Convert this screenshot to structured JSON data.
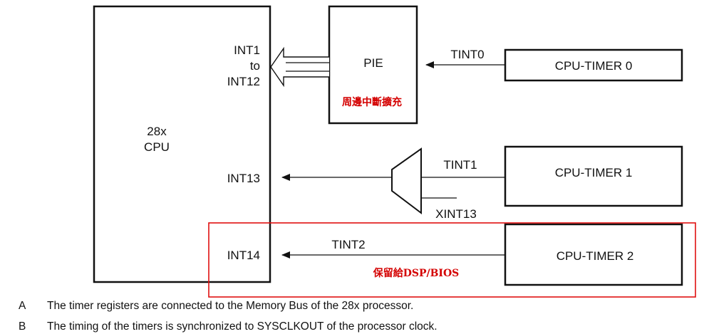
{
  "cpu": {
    "line1": "28x",
    "line2": "CPU"
  },
  "cpu_ports": {
    "int1": "INT1",
    "to": "to",
    "int12": "INT12",
    "int13": "INT13",
    "int14": "INT14"
  },
  "pie": {
    "label": "PIE",
    "annotation": "周邊中斷擴充"
  },
  "timers": {
    "t0": "CPU-TIMER 0",
    "t1": "CPU-TIMER 1",
    "t2": "CPU-TIMER 2"
  },
  "signals": {
    "tint0": "TINT0",
    "tint1": "TINT1",
    "xint13": "XINT13",
    "tint2": "TINT2"
  },
  "highlight": {
    "annotation": "保留給DSP/BIOS",
    "color": "#e01010"
  },
  "notes": [
    {
      "key": "A",
      "text": "The timer registers are connected to the Memory Bus of the 28x processor."
    },
    {
      "key": "B",
      "text": "The timing of the timers is synchronized to SYSCLKOUT of the processor clock."
    }
  ]
}
